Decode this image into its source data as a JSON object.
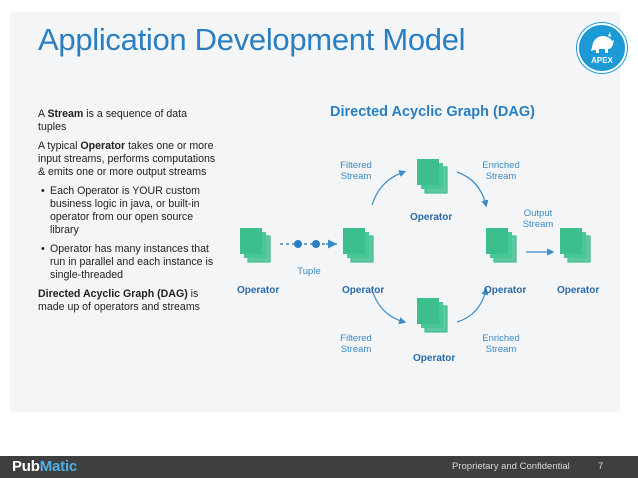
{
  "slide": {
    "title": "Application Development Model",
    "badge_label": "APEX",
    "left_text": {
      "p1_bold": "Stream",
      "p1_pre": "A ",
      "p1_post": " is a sequence of data tuples",
      "p2_pre": "A typical ",
      "p2_bold": "Operator",
      "p2_post": " takes one or more input streams, performs computations & emits one or more output streams",
      "bullets": [
        "Each Operator is YOUR custom business logic in java, or built-in operator from our open source library",
        "Operator has many instances that run in parallel and each instance is single-threaded"
      ],
      "p3_bold": "Directed Acyclic Graph (DAG)",
      "p3_post": " is made up of operators and streams"
    },
    "dag": {
      "title": "Directed Acyclic Graph (DAG)",
      "filtered_top": "Filtered\nStream",
      "enriched_top": "Enriched\nStream",
      "output_stream": "Output\nStream",
      "tuple": "Tuple",
      "filtered_bottom": "Filtered\nStream",
      "enriched_bottom": "Enriched\nStream",
      "op_top": "Operator",
      "op_1": "Operator",
      "op_2": "Operator",
      "op_3": "Operator",
      "op_4": "Operator",
      "op_bottom": "Operator"
    },
    "colors": {
      "accent_blue": "#2a7fc0",
      "operator_green": "#3fbf8f",
      "arrow_blue": "#3a8bc8"
    }
  },
  "footer": {
    "brand_a": "Pub",
    "brand_b": "Matic",
    "confidential": "Proprietary and Confidential",
    "page": "7"
  }
}
